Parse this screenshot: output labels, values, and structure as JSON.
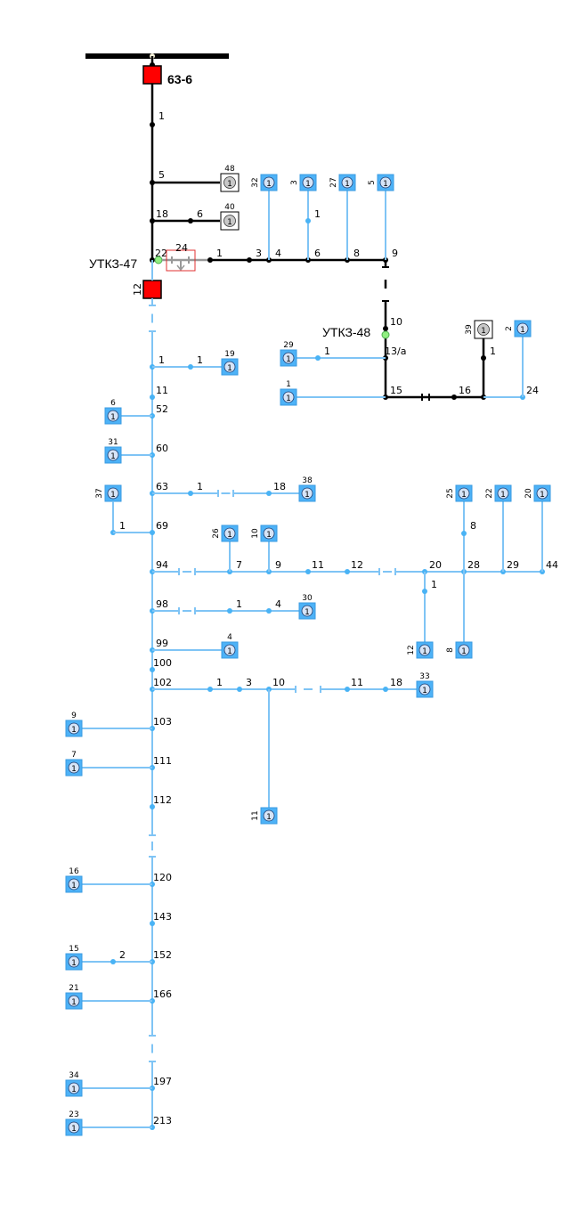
{
  "colors": {
    "main_line": "#000000",
    "branch_line": "#7fc4f5",
    "branch_node": "#49b3f5",
    "consumer_fill": "#4db2f7",
    "consumer_border": "#3a9be0",
    "consumer_circle": "#d6e4f7",
    "meter_fill": "#ffffff",
    "meter_circle": "#c8c8c8",
    "breaker_red": "#ff0000",
    "indicator_green": "#90ee80"
  },
  "substation": {
    "label": "63-6"
  },
  "recloser_47": {
    "label": "УТКЗ-47",
    "number": "12"
  },
  "recloser_48": {
    "label": "УТКЗ-48"
  },
  "disconnector": {
    "number": "24"
  },
  "consumer_symbol": "1",
  "main_nodes": [
    {
      "id": "m1",
      "label": "1"
    },
    {
      "id": "m5",
      "label": "5"
    },
    {
      "id": "m18",
      "label": "18"
    },
    {
      "id": "m18_6",
      "label": "6"
    },
    {
      "id": "m22",
      "label": "22"
    },
    {
      "id": "h1",
      "label": "1"
    },
    {
      "id": "h3",
      "label": "3"
    },
    {
      "id": "h4",
      "label": "4"
    },
    {
      "id": "h6",
      "label": "6"
    },
    {
      "id": "h8",
      "label": "8"
    },
    {
      "id": "h9",
      "label": "9"
    },
    {
      "id": "v10",
      "label": "10"
    },
    {
      "id": "v13a",
      "label": "13/a"
    },
    {
      "id": "v15",
      "label": "15"
    },
    {
      "id": "r16",
      "label": "16"
    },
    {
      "id": "r1",
      "label": "1"
    },
    {
      "id": "r24",
      "label": "24"
    }
  ],
  "meters": [
    {
      "id": "meter48",
      "number": "48"
    },
    {
      "id": "meter40",
      "number": "40"
    },
    {
      "id": "meter39",
      "number": "39"
    }
  ],
  "branch_nodes": [
    {
      "id": "b1",
      "label": "1"
    },
    {
      "id": "b1_1",
      "label": "1"
    },
    {
      "id": "b11",
      "label": "11"
    },
    {
      "id": "b52",
      "label": "52"
    },
    {
      "id": "b60",
      "label": "60"
    },
    {
      "id": "b63",
      "label": "63"
    },
    {
      "id": "b63_1",
      "label": "1"
    },
    {
      "id": "b63_18",
      "label": "18"
    },
    {
      "id": "b69",
      "label": "69"
    },
    {
      "id": "b69_1",
      "label": "1"
    },
    {
      "id": "b94",
      "label": "94"
    },
    {
      "id": "b94_7",
      "label": "7"
    },
    {
      "id": "b94_9",
      "label": "9"
    },
    {
      "id": "b94_11",
      "label": "11"
    },
    {
      "id": "b94_12",
      "label": "12"
    },
    {
      "id": "b94_20",
      "label": "20"
    },
    {
      "id": "b94_20_1",
      "label": "1"
    },
    {
      "id": "b94_28",
      "label": "28"
    },
    {
      "id": "b94_28_8",
      "label": "8"
    },
    {
      "id": "b94_29",
      "label": "29"
    },
    {
      "id": "b94_44",
      "label": "44"
    },
    {
      "id": "b98",
      "label": "98"
    },
    {
      "id": "b98_1",
      "label": "1"
    },
    {
      "id": "b98_4",
      "label": "4"
    },
    {
      "id": "b99",
      "label": "99"
    },
    {
      "id": "b100",
      "label": "100"
    },
    {
      "id": "b102",
      "label": "102"
    },
    {
      "id": "b102_1",
      "label": "1"
    },
    {
      "id": "b102_3",
      "label": "3"
    },
    {
      "id": "b102_10",
      "label": "10"
    },
    {
      "id": "b102_11",
      "label": "11"
    },
    {
      "id": "b102_18",
      "label": "18"
    },
    {
      "id": "b103",
      "label": "103"
    },
    {
      "id": "b111",
      "label": "111"
    },
    {
      "id": "b112",
      "label": "112"
    },
    {
      "id": "b120",
      "label": "120"
    },
    {
      "id": "b143",
      "label": "143"
    },
    {
      "id": "b152",
      "label": "152"
    },
    {
      "id": "b152_2",
      "label": "2"
    },
    {
      "id": "b166",
      "label": "166"
    },
    {
      "id": "b197",
      "label": "197"
    },
    {
      "id": "b213",
      "label": "213"
    },
    {
      "id": "t3_1",
      "label": "1"
    },
    {
      "id": "l29_1",
      "label": "1"
    }
  ],
  "consumers": [
    {
      "id": "c32",
      "number": "32"
    },
    {
      "id": "c3",
      "number": "3"
    },
    {
      "id": "c27",
      "number": "27"
    },
    {
      "id": "c5",
      "number": "5"
    },
    {
      "id": "c29",
      "number": "29"
    },
    {
      "id": "c1",
      "number": "1"
    },
    {
      "id": "c2",
      "number": "2"
    },
    {
      "id": "c19",
      "number": "19"
    },
    {
      "id": "c6",
      "number": "6"
    },
    {
      "id": "c31",
      "number": "31"
    },
    {
      "id": "c37",
      "number": "37"
    },
    {
      "id": "c38",
      "number": "38"
    },
    {
      "id": "c26",
      "number": "26"
    },
    {
      "id": "c10",
      "number": "10"
    },
    {
      "id": "c25",
      "number": "25"
    },
    {
      "id": "c22",
      "number": "22"
    },
    {
      "id": "c20",
      "number": "20"
    },
    {
      "id": "c12",
      "number": "12"
    },
    {
      "id": "c8",
      "number": "8"
    },
    {
      "id": "c30",
      "number": "30"
    },
    {
      "id": "c4",
      "number": "4"
    },
    {
      "id": "c33",
      "number": "33"
    },
    {
      "id": "c11",
      "number": "11"
    },
    {
      "id": "c9",
      "number": "9"
    },
    {
      "id": "c7",
      "number": "7"
    },
    {
      "id": "c16",
      "number": "16"
    },
    {
      "id": "c15",
      "number": "15"
    },
    {
      "id": "c21",
      "number": "21"
    },
    {
      "id": "c34",
      "number": "34"
    },
    {
      "id": "c23",
      "number": "23"
    }
  ]
}
